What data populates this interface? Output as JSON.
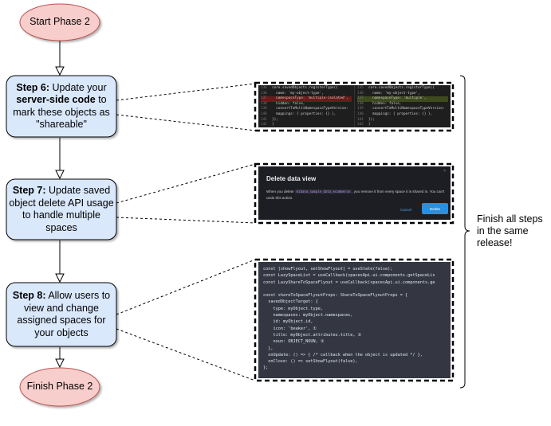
{
  "nodes": {
    "start": "Start Phase 2",
    "finish": "Finish Phase 2",
    "step6": {
      "bold": "Step 6:",
      "t1": " Update your ",
      "bold2": "server-side code",
      "t2": " to mark these objects as \"shareable\""
    },
    "step7": {
      "bold": "Step 7:",
      "t1": " Update saved object delete API usage to handle multiple spaces"
    },
    "step8": {
      "bold": "Step 8:",
      "t1": " Allow users to view and change assigned spaces for your objects"
    }
  },
  "note": "Finish all steps in the same release!",
  "colors": {
    "terminal_fill": "#f8cecc",
    "terminal_stroke": "#b85450",
    "step_fill": "#dae8fc",
    "step_stroke": "#000000"
  },
  "screenshot_diff": {
    "left": [
      {
        "n": "136",
        "code": "core.savedObjects.registerType({"
      },
      {
        "n": "136",
        "code": "  name: 'my-object-type',"
      },
      {
        "n": "137",
        "code": "  namespaceType: 'multiple-isolated',",
        "mark": "del"
      },
      {
        "n": "138",
        "code": "  hidden: false,"
      },
      {
        "n": "139",
        "code": "  convertToMultiNamespaceTypeVersion:"
      },
      {
        "n": "140",
        "code": "  mappings: { properties: {} },"
      },
      {
        "n": "141",
        "code": "});"
      },
      {
        "n": "142",
        "code": "}"
      }
    ],
    "right": [
      {
        "n": "135",
        "code": "core.savedObjects.registerType({"
      },
      {
        "n": "136",
        "code": "  name: 'my-object-type',"
      },
      {
        "n": "137",
        "code": "  namespaceType: 'multiple',",
        "mark": "add"
      },
      {
        "n": "138",
        "code": "  hidden: false,"
      },
      {
        "n": "139",
        "code": "  convertToMultiNamespaceTypeVersion:"
      },
      {
        "n": "140",
        "code": "  mappings: { properties: {} },"
      },
      {
        "n": "141",
        "code": "});"
      },
      {
        "n": "142",
        "code": "}"
      }
    ]
  },
  "screenshot_dialog": {
    "title": "Delete data view",
    "body_pre": "When you delete ",
    "body_code": "kibana_sample_data_ecommerce",
    "body_post": ", you remove it from every space it is shared in. You can't undo this action.",
    "cancel": "Cancel",
    "delete": "Delete",
    "close": "×"
  },
  "screenshot_code": [
    "const [showFlyout, setShowFlyout] = useState(false);",
    "const LazySpaceList = useCallback(spacesApi.ui.components.getSpaceLis",
    "const LazyShareToSpaceFlyout = useCallback(spacesApi.ui.components.ge",
    "",
    "const shareToSpaceFlyoutProps: ShareToSpaceFlyoutProps = {",
    "  savedObjectTarget: {",
    "    type: myObject.type,",
    "    namespaces: myObject.namespaces,",
    "    id: myObject.id,",
    "    icon: 'beaker', ①",
    "    title: myObject.attributes.title, ②",
    "    noun: OBJECT_NOUN, ③",
    "  },",
    "  onUpdate: () => { /* callback when the object is updated */ },",
    "  onClose: () => setShowFlyout(false),",
    "};"
  ]
}
